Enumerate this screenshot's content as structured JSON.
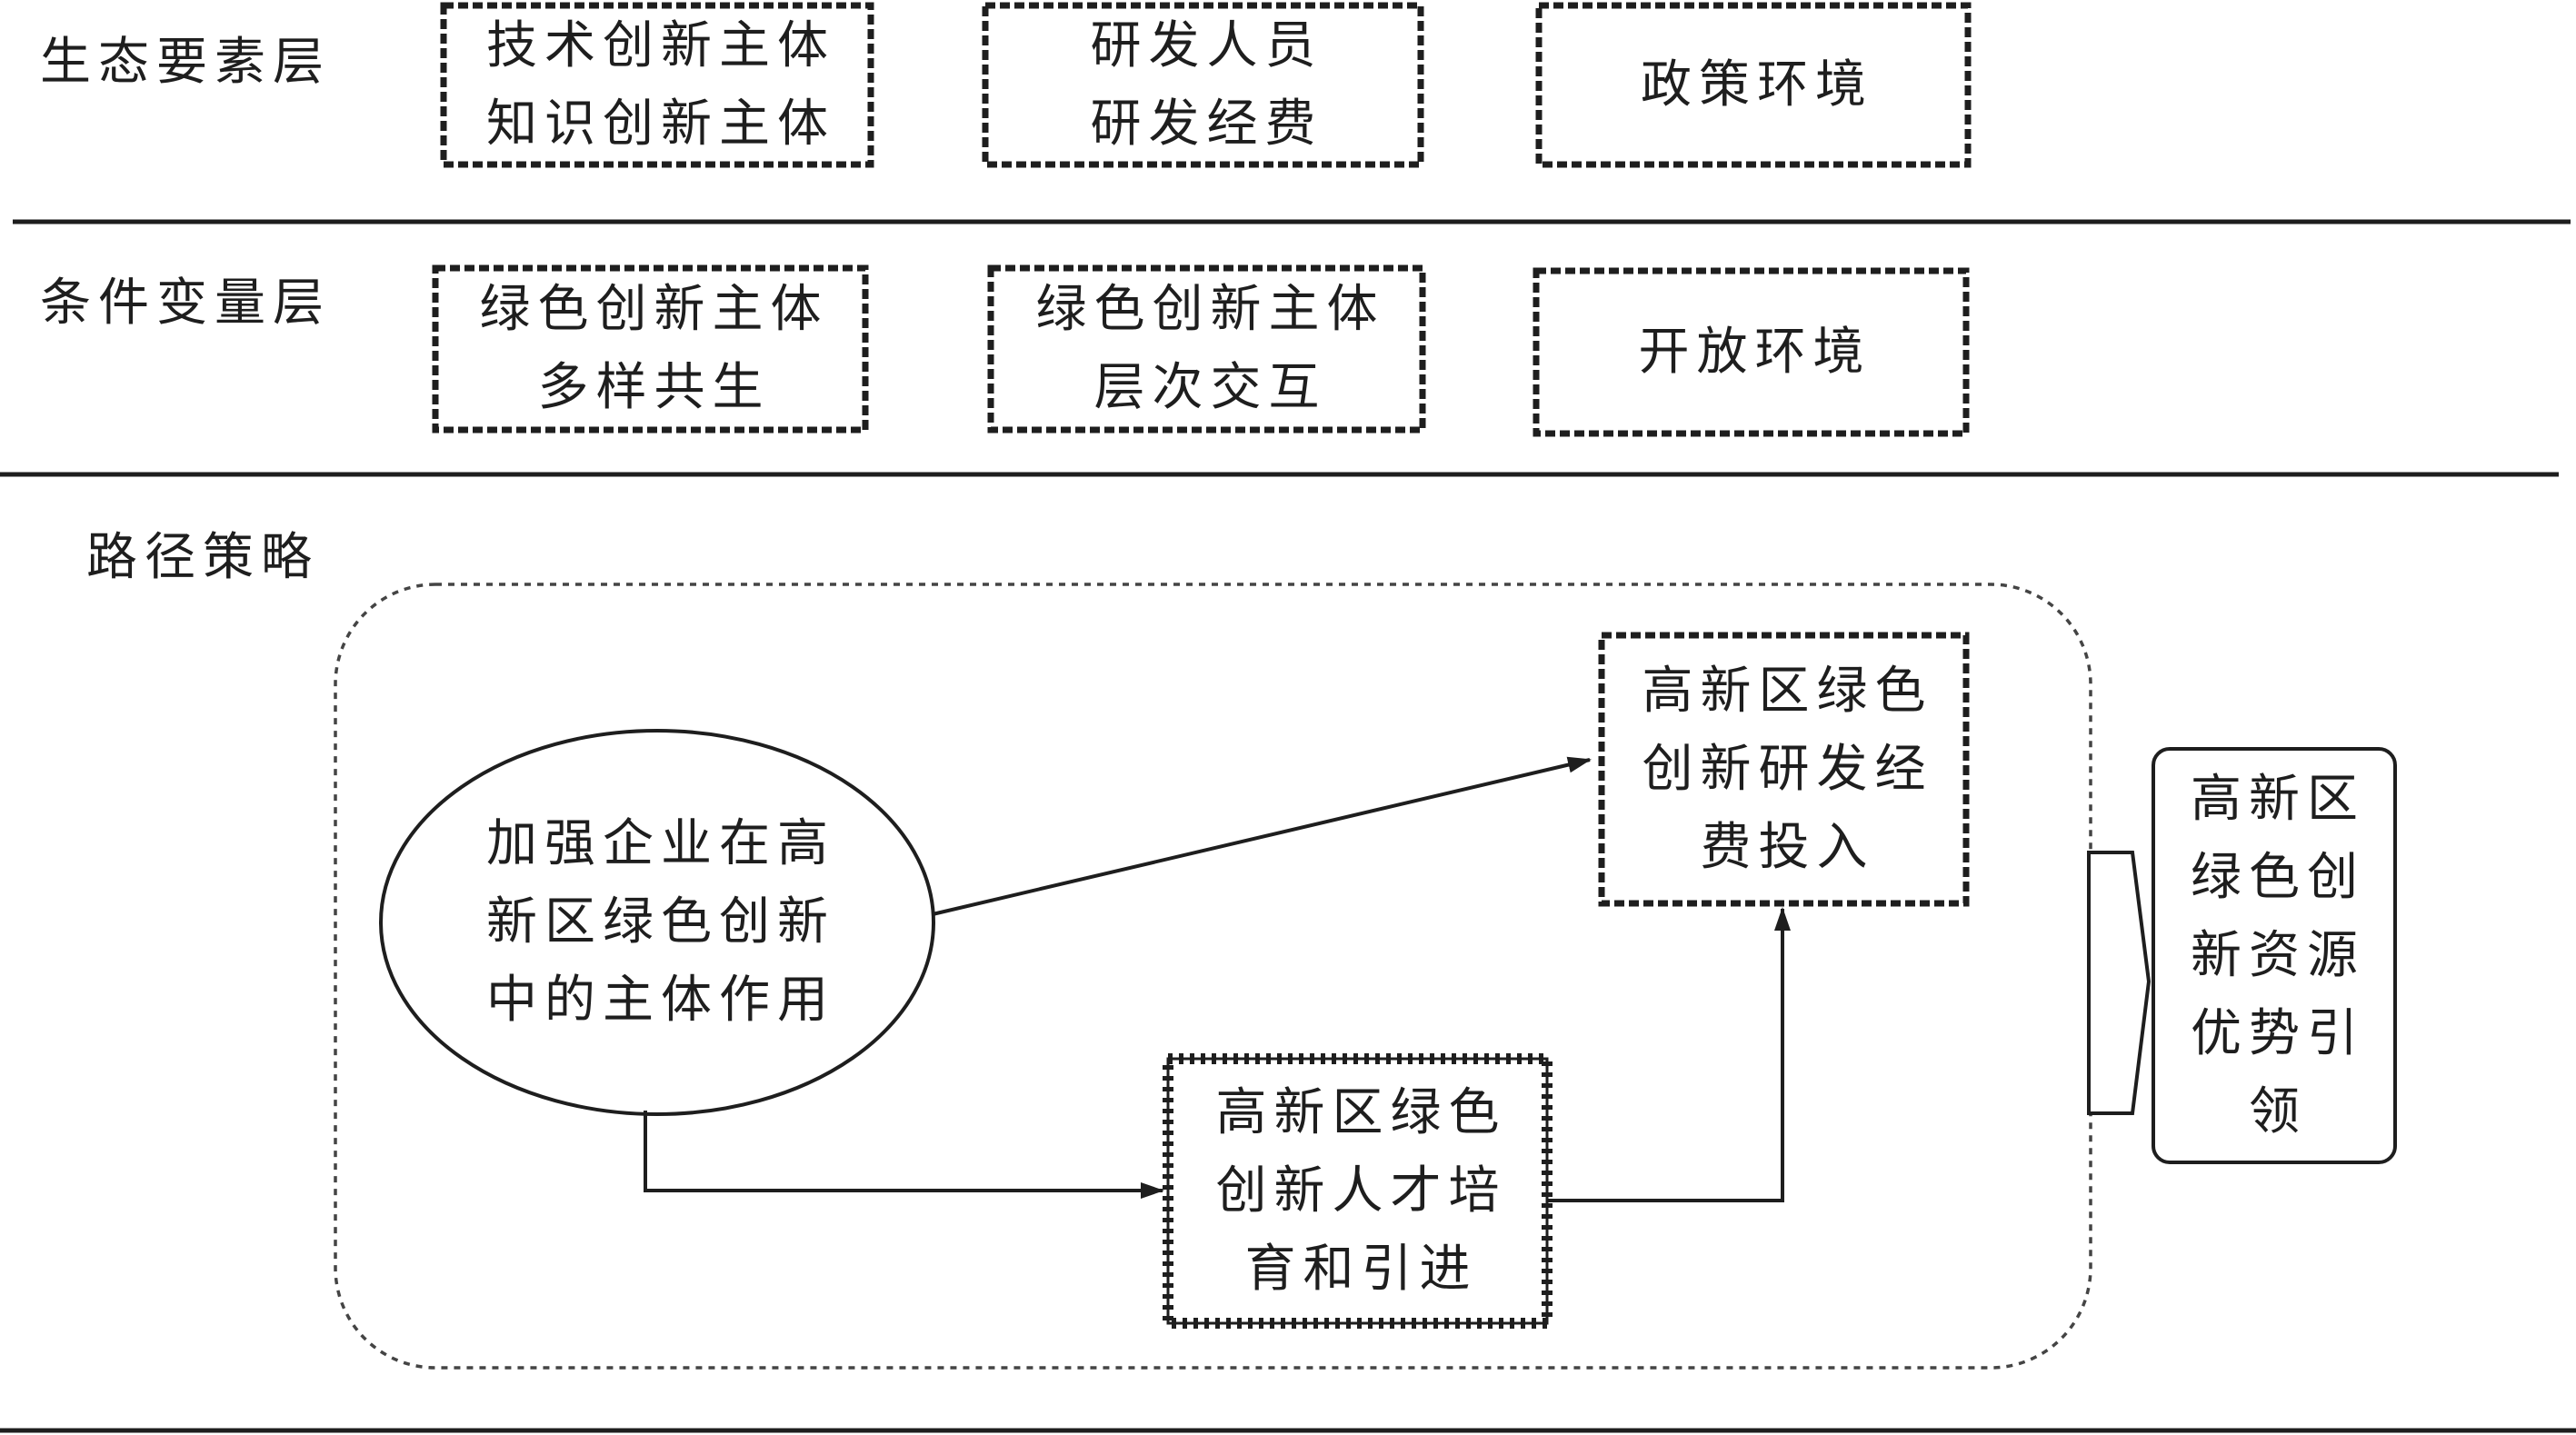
{
  "ecology_layer": {
    "label": "生态要素层",
    "boxes": [
      {
        "lines": [
          "技术创新主体",
          "知识创新主体"
        ]
      },
      {
        "lines": [
          "研发人员",
          "研发经费"
        ]
      },
      {
        "lines": [
          "政策环境"
        ]
      }
    ]
  },
  "condition_layer": {
    "label": "条件变量层",
    "boxes": [
      {
        "lines": [
          "绿色创新主体",
          "多样共生"
        ]
      },
      {
        "lines": [
          "绿色创新主体",
          "层次交互"
        ]
      },
      {
        "lines": [
          "开放环境"
        ]
      }
    ]
  },
  "path_strategy": {
    "label": "路径策略",
    "start_node": {
      "lines": [
        "加强企业在高",
        "新区绿色创新",
        "中的主体作用"
      ]
    },
    "rd_funding_node": {
      "lines": [
        "高新区绿色",
        "创新研发经",
        "费投入"
      ]
    },
    "talent_node": {
      "lines": [
        "高新区绿色",
        "创新人才培",
        "育和引进"
      ]
    },
    "outcome_node": {
      "lines": [
        "高新区",
        "绿色创",
        "新资源",
        "优势引",
        "领"
      ]
    }
  },
  "colors": {
    "text": "#1e1e1e",
    "stroke": "#1e1e1e",
    "frame": "#444444",
    "background": "#ffffff"
  }
}
